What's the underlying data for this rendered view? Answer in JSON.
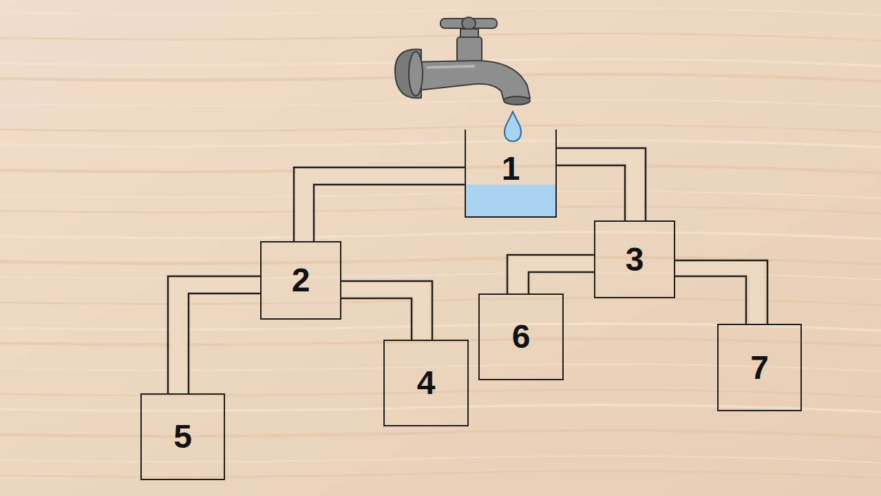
{
  "diagram": {
    "nodes": [
      {
        "text": [
          "1"
        ]
      },
      {
        "text": [
          "2"
        ]
      },
      {
        "text": [
          "3"
        ]
      },
      {
        "text": [
          "4"
        ]
      },
      {
        "text": [
          "5"
        ]
      },
      {
        "text": [
          "6"
        ]
      },
      {
        "text": [
          "7"
        ]
      }
    ],
    "edges": [
      {
        "from": 0,
        "to": 1,
        "arrow": "none"
      },
      {
        "from": 0,
        "to": 2,
        "arrow": "none"
      },
      {
        "from": 1,
        "to": 3,
        "arrow": "none"
      },
      {
        "from": 1,
        "to": 4,
        "arrow": "none"
      },
      {
        "from": 2,
        "to": 5,
        "arrow": "none"
      },
      {
        "from": 2,
        "to": 6,
        "arrow": "none"
      }
    ]
  }
}
